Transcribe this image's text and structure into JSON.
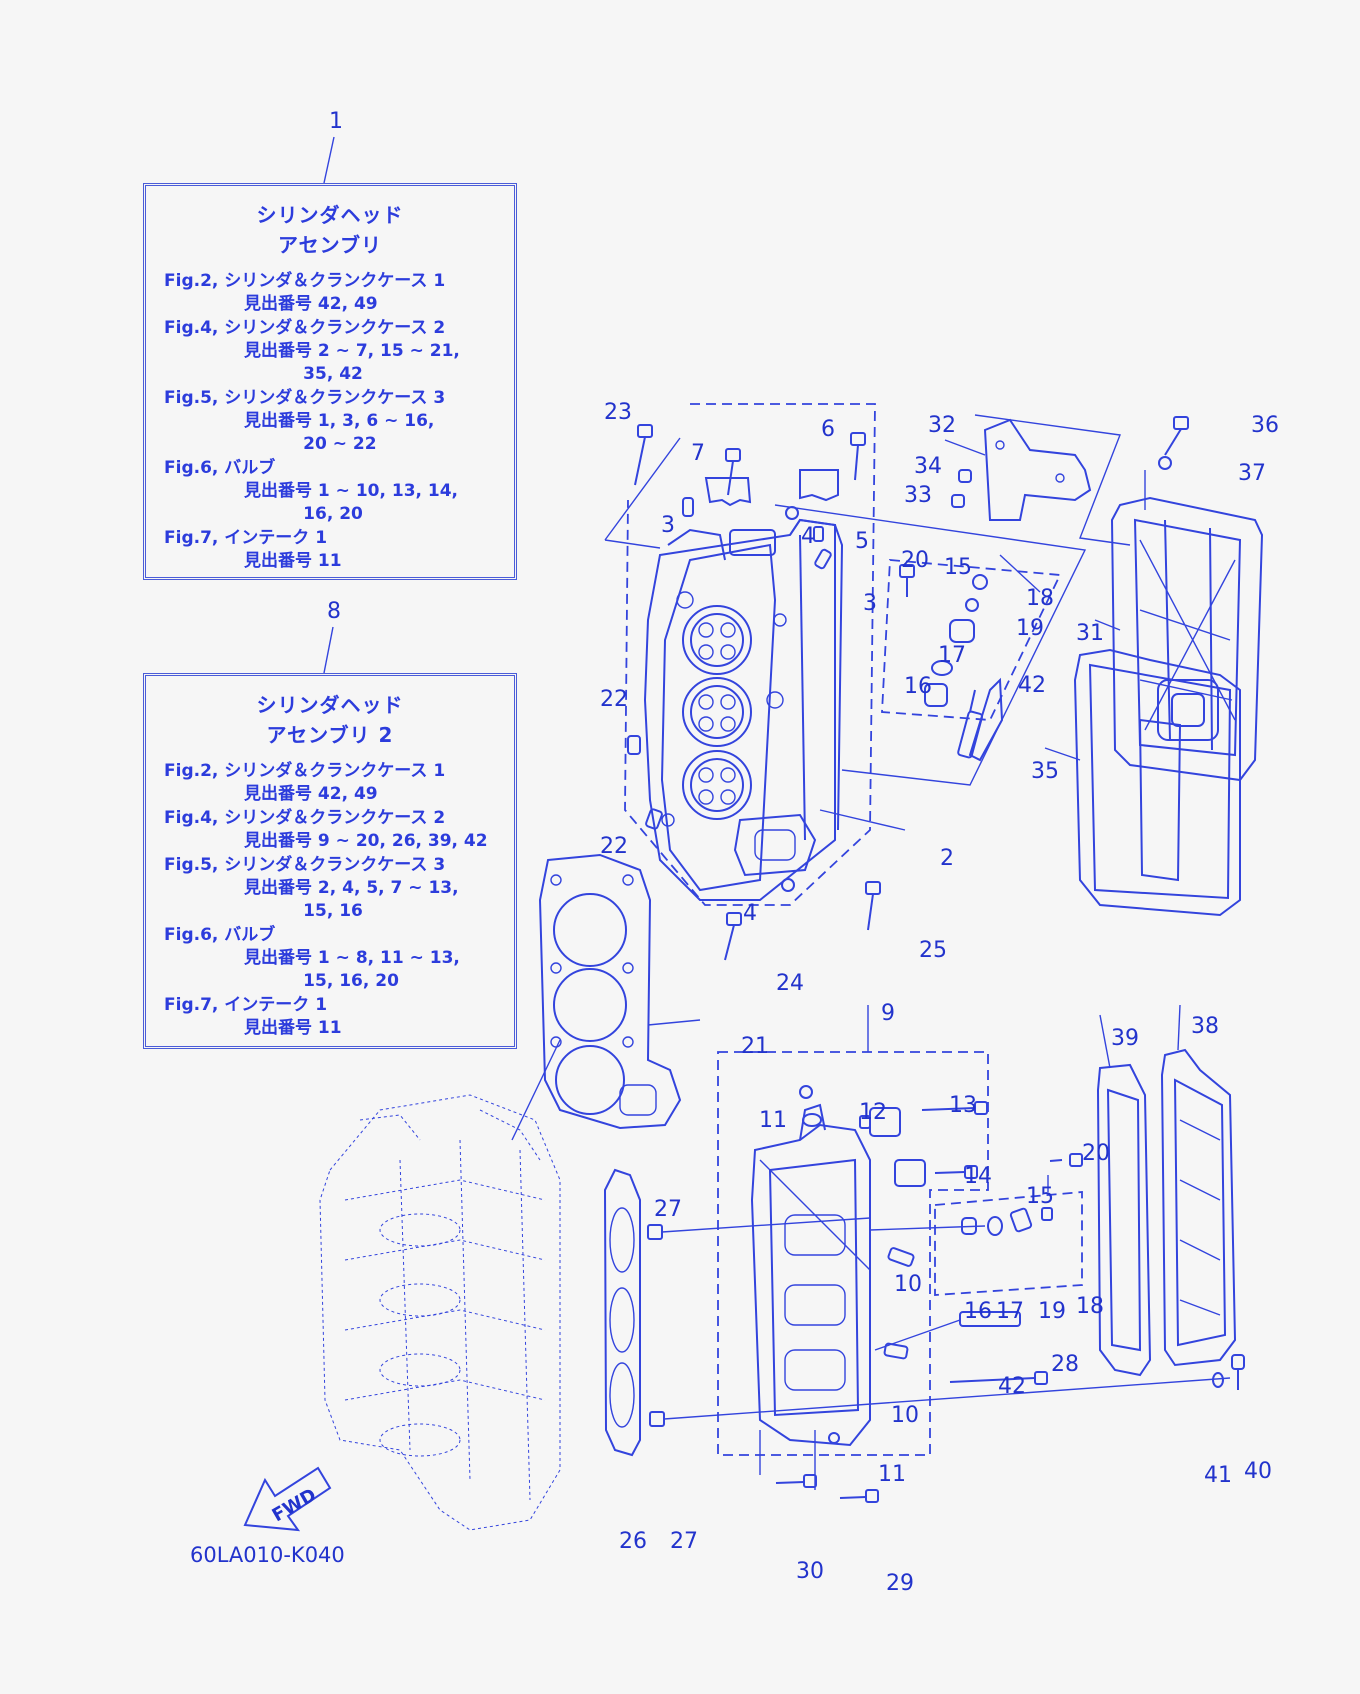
{
  "panels": [
    {
      "index_label": "1",
      "title_line1": "シリンダヘッド",
      "title_line2": "アセンブリ",
      "refs": [
        {
          "head": "Fig.2, シリンダ＆クランクケース 1",
          "lines": [
            "見出番号 42, 49"
          ]
        },
        {
          "head": "Fig.4, シリンダ＆クランクケース 2",
          "lines": [
            "見出番号 2 ~ 7, 15 ~ 21,",
            "          35, 42"
          ]
        },
        {
          "head": "Fig.5, シリンダ＆クランクケース 3",
          "lines": [
            "見出番号 1, 3, 6 ~ 16,",
            "          20 ~ 22"
          ]
        },
        {
          "head": "Fig.6, バルブ",
          "lines": [
            "見出番号 1 ~ 10, 13, 14,",
            "          16, 20"
          ]
        },
        {
          "head": "Fig.7, インテーク 1",
          "lines": [
            "見出番号 11"
          ]
        }
      ]
    },
    {
      "index_label": "8",
      "title_line1": "シリンダヘッド",
      "title_line2": "アセンブリ 2",
      "refs": [
        {
          "head": "Fig.2, シリンダ＆クランクケース 1",
          "lines": [
            "見出番号 42, 49"
          ]
        },
        {
          "head": "Fig.4, シリンダ＆クランクケース 2",
          "lines": [
            "見出番号 9 ~ 20, 26, 39, 42"
          ]
        },
        {
          "head": "Fig.5, シリンダ＆クランクケース 3",
          "lines": [
            "見出番号 2, 4, 5, 7 ~ 13,",
            "          15, 16"
          ]
        },
        {
          "head": "Fig.6, バルブ",
          "lines": [
            "見出番号 1 ~ 8, 11 ~ 13,",
            "          15, 16, 20"
          ]
        },
        {
          "head": "Fig.7, インテーク 1",
          "lines": [
            "見出番号 11"
          ]
        }
      ]
    }
  ],
  "callouts": [
    "23",
    "7",
    "6",
    "32",
    "34",
    "33",
    "36",
    "37",
    "3",
    "4",
    "5",
    "3",
    "20",
    "15",
    "18",
    "19",
    "17",
    "16",
    "42",
    "22",
    "31",
    "35",
    "22",
    "2",
    "4",
    "25",
    "24",
    "21",
    "9",
    "39",
    "38",
    "11",
    "12",
    "13",
    "14",
    "20",
    "15",
    "27",
    "10",
    "16",
    "17",
    "19",
    "18",
    "42",
    "28",
    "10",
    "11",
    "41",
    "40",
    "26",
    "27",
    "30",
    "29"
  ],
  "fwd_label": "FWD",
  "drawing_code": "60LA010-K040",
  "colors": {
    "line": "#3344dd",
    "text": "#2233cc",
    "background": "#f6f6f6"
  }
}
